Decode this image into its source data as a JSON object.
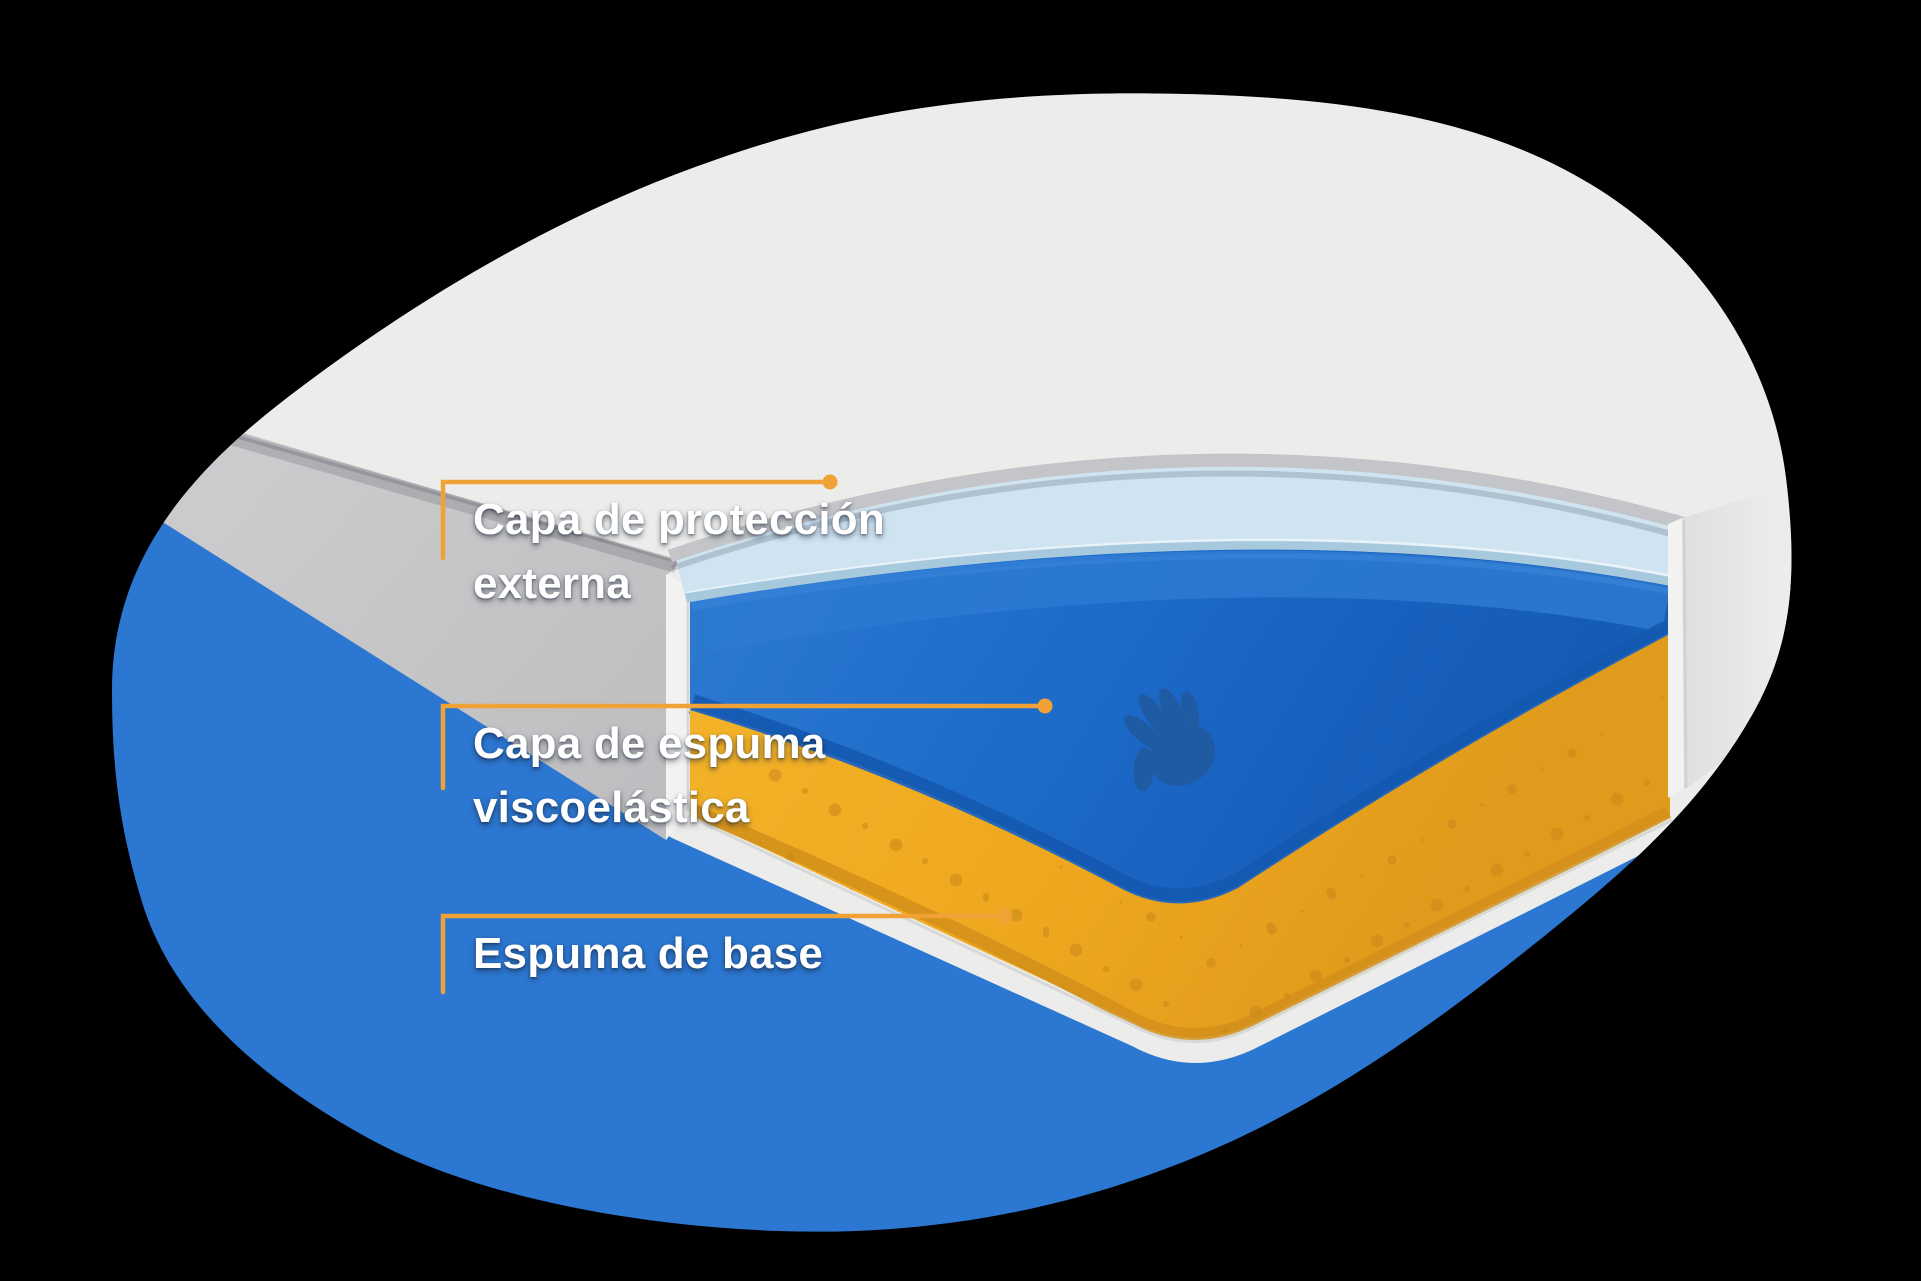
{
  "labels": [
    {
      "id": "capa-proteccion-externa",
      "lines": [
        "Capa de protección",
        "externa"
      ]
    },
    {
      "id": "capa-espuma-viscoelastica",
      "lines": [
        "Capa de espuma",
        "viscoelástica"
      ]
    },
    {
      "id": "espuma-base",
      "lines": [
        "Espuma de base"
      ]
    }
  ],
  "icons": [
    {
      "name": "hand-imprint-icon",
      "meaning": "huella de mano sobre la espuma viscoelástica"
    }
  ],
  "colors": {
    "background": "#000000",
    "blob_top_white": "#ecedeb",
    "blob_bottom_blue": "#2c77d1",
    "mattress_side_gray": "#c8c8ca",
    "cover_edge_gray": "#c4c5c8",
    "protective_layer_blue": "#cfe3f1",
    "protective_layer_edge": "#a7c9de",
    "memory_foam_blue": "#1e6cca",
    "memory_foam_shadow": "#1459b0",
    "hand_imprint_blue": "#1e5ba3",
    "base_foam_yellow": "#efa820",
    "base_foam_shadow": "#d28f1a",
    "bottom_cover_white": "#e9e9e7",
    "cut_face_white": "#f2f2f0",
    "accent_orange": "#f0a236",
    "label_text": "#ffffff"
  }
}
